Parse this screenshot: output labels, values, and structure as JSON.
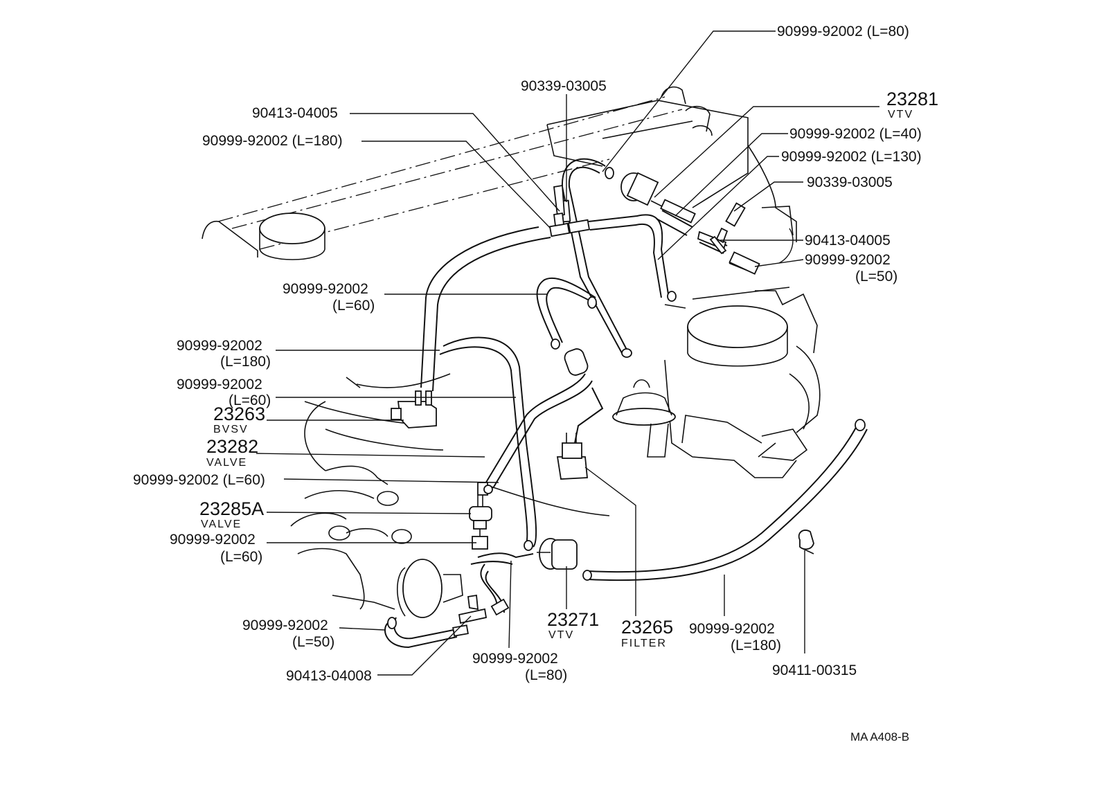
{
  "labels": {
    "t1": "90999-92002 (L=80)",
    "t2": "90339-03005",
    "t3": "90413-04005",
    "t4": "90999-92002 (L=180)",
    "vtv_top_num": "23281",
    "vtv_top_name": "VTV",
    "t5": "90999-92002 (L=40)",
    "t6": "90999-92002 (L=130)",
    "t7": "90339-03005",
    "t8": "90413-04005",
    "t9a": "90999-92002",
    "t9b": "(L=50)",
    "t10a": "90999-92002",
    "t10b": "(L=60)",
    "t11a": "90999-92002",
    "t11b": "(L=180)",
    "t12a": "90999-92002",
    "t12b": "(L=60)",
    "bvsv_num": "23263",
    "bvsv_name": "BVSV",
    "valve_num": "23282",
    "valve_name": "VALVE",
    "t13": "90999-92002 (L=60)",
    "valveA_num": "23285A",
    "valveA_name": "VALVE",
    "t14a": "90999-92002",
    "t14b": "(L=60)",
    "t15a": "90999-92002",
    "t15b": "(L=50)",
    "t16": "90413-04008",
    "t17a": "90999-92002",
    "t17b": "(L=80)",
    "vtv_bot_num": "23271",
    "vtv_bot_name": "VTV",
    "filter_num": "23265",
    "filter_name": "FILTER",
    "t18a": "90999-92002",
    "t18b": "(L=180)",
    "t19": "90411-00315",
    "code": "MA  A408-B"
  }
}
